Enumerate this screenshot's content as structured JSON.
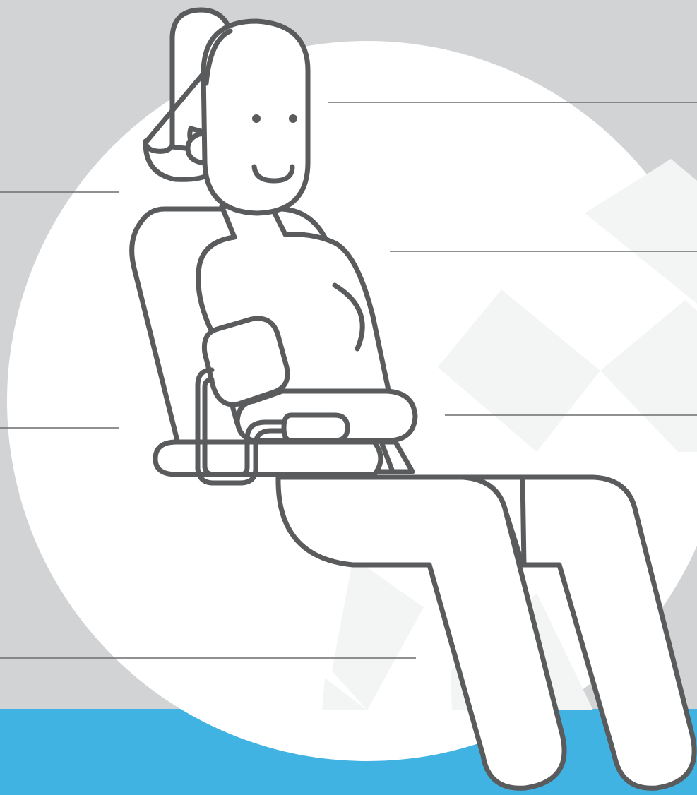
{
  "illustration": {
    "subject": "seated-person-blood-pressure-measurement",
    "icons": [
      "person-icon",
      "chair-icon",
      "blood-pressure-cuff-icon",
      "tube-icon"
    ],
    "annotation_lines": [
      "head-pointer-line",
      "ponytail-pointer-line",
      "back-pointer-line",
      "arm-pointer-line",
      "armrest-pointer-line",
      "feet-pointer-line"
    ],
    "labels": []
  },
  "colors": {
    "background": "#d1d3d5",
    "circle": "#ffffff",
    "floor": "#41b3e3",
    "outline": "#5a5b5d",
    "pattern": "#f3f4f4",
    "annotation_line": "#6b6c6e"
  }
}
